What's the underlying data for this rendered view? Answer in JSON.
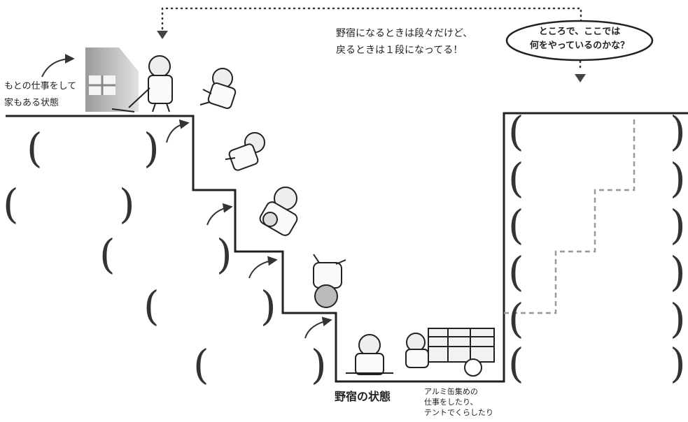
{
  "labels": {
    "house_caption": "もとの仕事をして\n家もある状態",
    "top_note": "野宿になるときは段々だけど、\n戻るときは１段になってる！",
    "question": "ところで、ここでは\n何をやっているのかな？",
    "homeless_state": "野宿の状態",
    "homeless_activity": "アルミ缶集めの\n仕事をしたり、\nテントでくらしたり"
  },
  "blank_slots": {
    "left_column_count": 5,
    "right_column_count": 6
  }
}
